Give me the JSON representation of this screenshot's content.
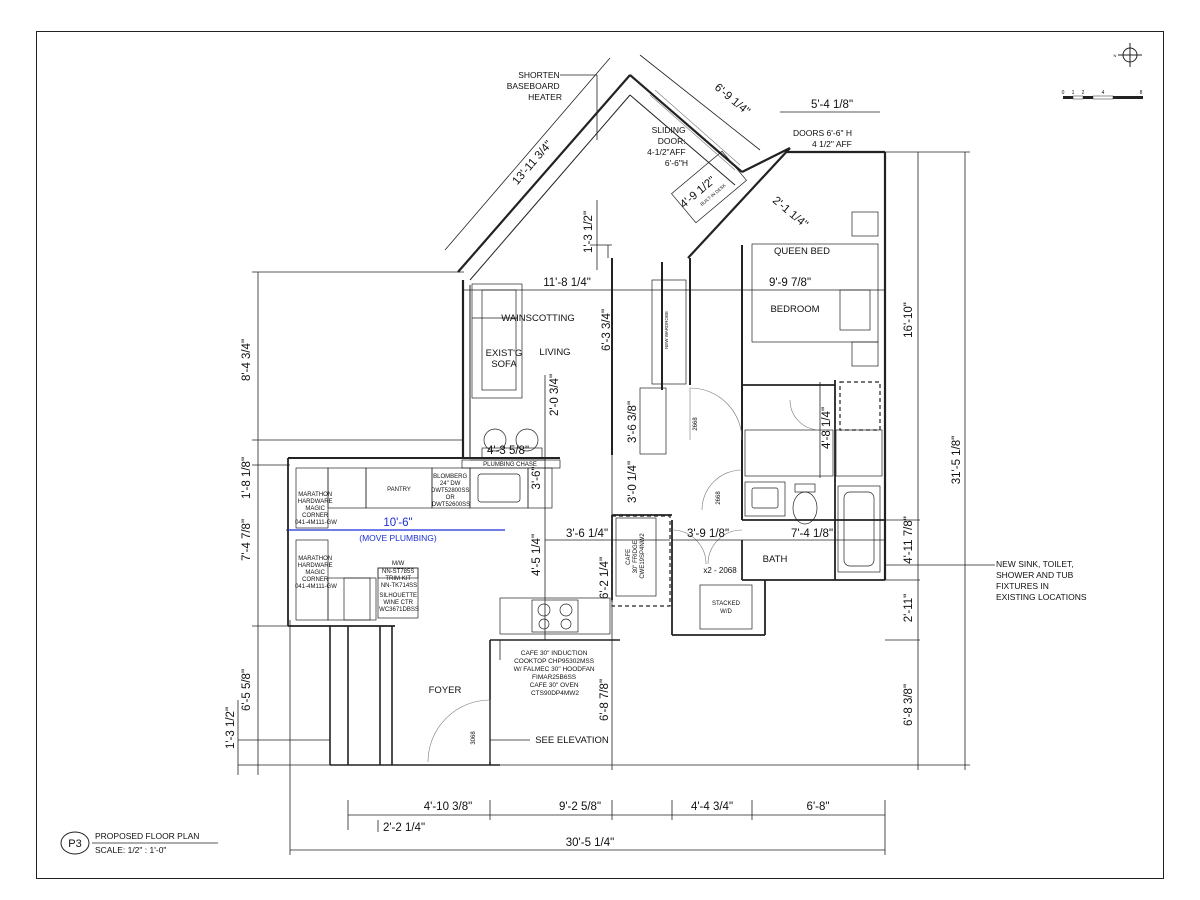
{
  "title_block": {
    "badge": "P3",
    "title": "PROPOSED FLOOR PLAN",
    "scale": "SCALE: 1/2\" : 1'-0\""
  },
  "scale_bar": {
    "ticks": [
      "0",
      "1",
      "2",
      "4",
      "8"
    ]
  },
  "north_arrow": {
    "label": "N"
  },
  "rooms": {
    "living": "LIVING",
    "bedroom": "BEDROOM",
    "bath": "BATH",
    "foyer": "FOYER",
    "queen_bed": "QUEEN BED",
    "sofa_line1": "EXIST'G",
    "sofa_line2": "SOFA",
    "pantry": "PANTRY",
    "stacked_line1": "STACKED",
    "stacked_line2": "W/D",
    "wainscotting": "WAINSCOTTING",
    "see_elevation": "SEE ELEVATION"
  },
  "notes": {
    "shorten": [
      "SHORTEN",
      "BASEBOARD",
      "HEATER"
    ],
    "sliding": [
      "SLIDING",
      "DOOR:",
      "4-1/2\"AFF",
      "6'-6\"H"
    ],
    "doors": [
      "DOORS 6'-6\" H",
      "4 1/2\" AFF"
    ],
    "new_fixtures": [
      "NEW SINK, TOILET,",
      "SHOWER AND TUB",
      "FIXTURES IN",
      "EXISTING LOCATIONS"
    ],
    "cooktop": [
      "CAFE 30\" INDUCTION",
      "COOKTOP CHP95302MSS",
      "W/ FALMEC 30\" HOODFAN",
      "FIMAR25B6SS",
      "CAFE 30\" OVEN",
      "CTS90DP4MW2"
    ],
    "move_plumbing": "(MOVE PLUMBING)",
    "plumbing_chase": "PLUMBING CHASE",
    "blomberg": [
      "BLOMBERG",
      "24\" DW",
      "DWT52800SS",
      "OR",
      "DWT52600SS"
    ],
    "marathon_top": [
      "MARATHON",
      "HARDWARE",
      "MAGIC",
      "CORNER",
      "041-4M111-GW"
    ],
    "marathon_bottom": [
      "MARATHON",
      "HARDWARE",
      "MAGIC",
      "CORNER",
      "041-4M111-GW"
    ],
    "mw": [
      "M/W",
      "NN-ST785S",
      "TRIM KIT",
      "NN-TK714SS"
    ],
    "silhouette": [
      "SILHOUETTE",
      "WINE CTR",
      "WC3671DBSS"
    ],
    "cafe_fridge": [
      "CAFE",
      "30\" FRIDGE",
      "CWE19SP4NW2"
    ],
    "door_2668_a": "2668",
    "door_2668_b": "2668",
    "door_x2": "x2 - 2068",
    "door_3068": "3068",
    "built_in_desk": "BUILT-IN DESK",
    "wardrobe": "NEW WARDROBE"
  },
  "dimensions": {
    "d_13_11": "13'-11 3/4\"",
    "d_6_9": "6'-9 1/4\"",
    "d_5_4": "5'-4 1/8\"",
    "d_4_9": "4'-9 1/2\"",
    "d_2_1": "2'-1 1/4\"",
    "d_1_3_top": "1'-3 1/2\"",
    "d_11_8": "11'-8 1/4\"",
    "d_9_9": "9'-9 7/8\"",
    "d_6_3": "6'-3 3/4\"",
    "d_8_4": "8'-4 3/4\"",
    "d_16_10": "16'-10\"",
    "d_2_0": "2'-0 3/4\"",
    "d_3_6_38": "3'-6 3/8\"",
    "d_4_8": "4'-8 1/4\"",
    "d_4_3": "4'-3 5/8\"",
    "d_31_5": "31'-5 1/8\"",
    "d_1_8": "1'-8 1/8\"",
    "d_3_6_q": "3'-6\"",
    "d_3_0": "3'-0 1/4\"",
    "d_7_4_78": "7'-4 7/8\"",
    "d_10_6": "10'-6\"",
    "d_3_6_14": "3'-6 1/4\"",
    "d_3_9": "3'-9 1/8\"",
    "d_7_4_18": "7'-4 1/8\"",
    "d_4_11": "4'-11 7/8\"",
    "d_4_5": "4'-5 1/4\"",
    "d_6_2": "6'-2 1/4\"",
    "d_2_11": "2'-11\"",
    "d_6_5": "6'-5 5/8\"",
    "d_1_3_bot": "1'-3 1/2\"",
    "d_6_8_78": "6'-8 7/8\"",
    "d_6_8_38": "6'-8 3/8\"",
    "d_4_10": "4'-10 3/8\"",
    "d_9_2": "9'-2 5/8\"",
    "d_4_4": "4'-4 3/4\"",
    "d_6_8": "6'-8\"",
    "d_2_2": "2'-2 1/4\"",
    "d_30_5": "30'-5 1/4\""
  }
}
